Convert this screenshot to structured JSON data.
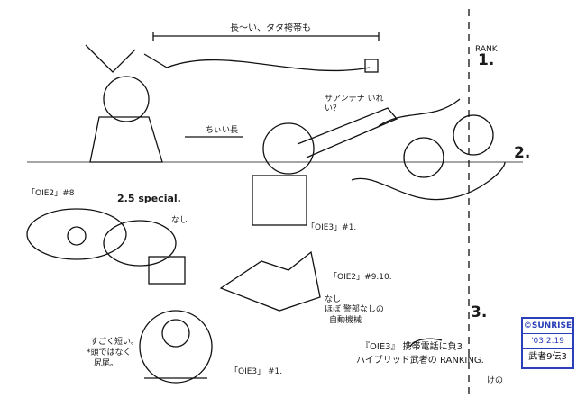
{
  "annotations": {
    "top_note": "長〜い、タタ袴帯も",
    "rank_label": "RANK",
    "rank_1": "1.",
    "rank_2": "2.",
    "rank_3": "3.",
    "antenna_note": "サアンテナ いれい？",
    "short_note": "ちぃい長",
    "oie2_8": "「OIE2」#8",
    "special": "2.5 special.",
    "nashi_1": "なし",
    "oie3_1a": "「OIE3」#1.",
    "oie2_910": "「OIE2」#9.10.",
    "nashi_2": "なし",
    "auto_note_1": "ほぼ 警部なしの",
    "auto_note_2": "自動機械",
    "short_tail_1": "すごく短い。",
    "short_tail_2": "*頭ではなく",
    "short_tail_3": "尻尾。",
    "oie3_1b": "「OIE3」 #1.",
    "ranking_1": "『OIE3』 携帯電話に負3",
    "ranking_2": "ハイブリッド武者の RANKING.",
    "initials": "けの"
  },
  "stamp": {
    "brand": "©SUNRISE",
    "date": "'03.2.19",
    "title": "武者9伝3",
    "color": "#2a3fb8"
  }
}
